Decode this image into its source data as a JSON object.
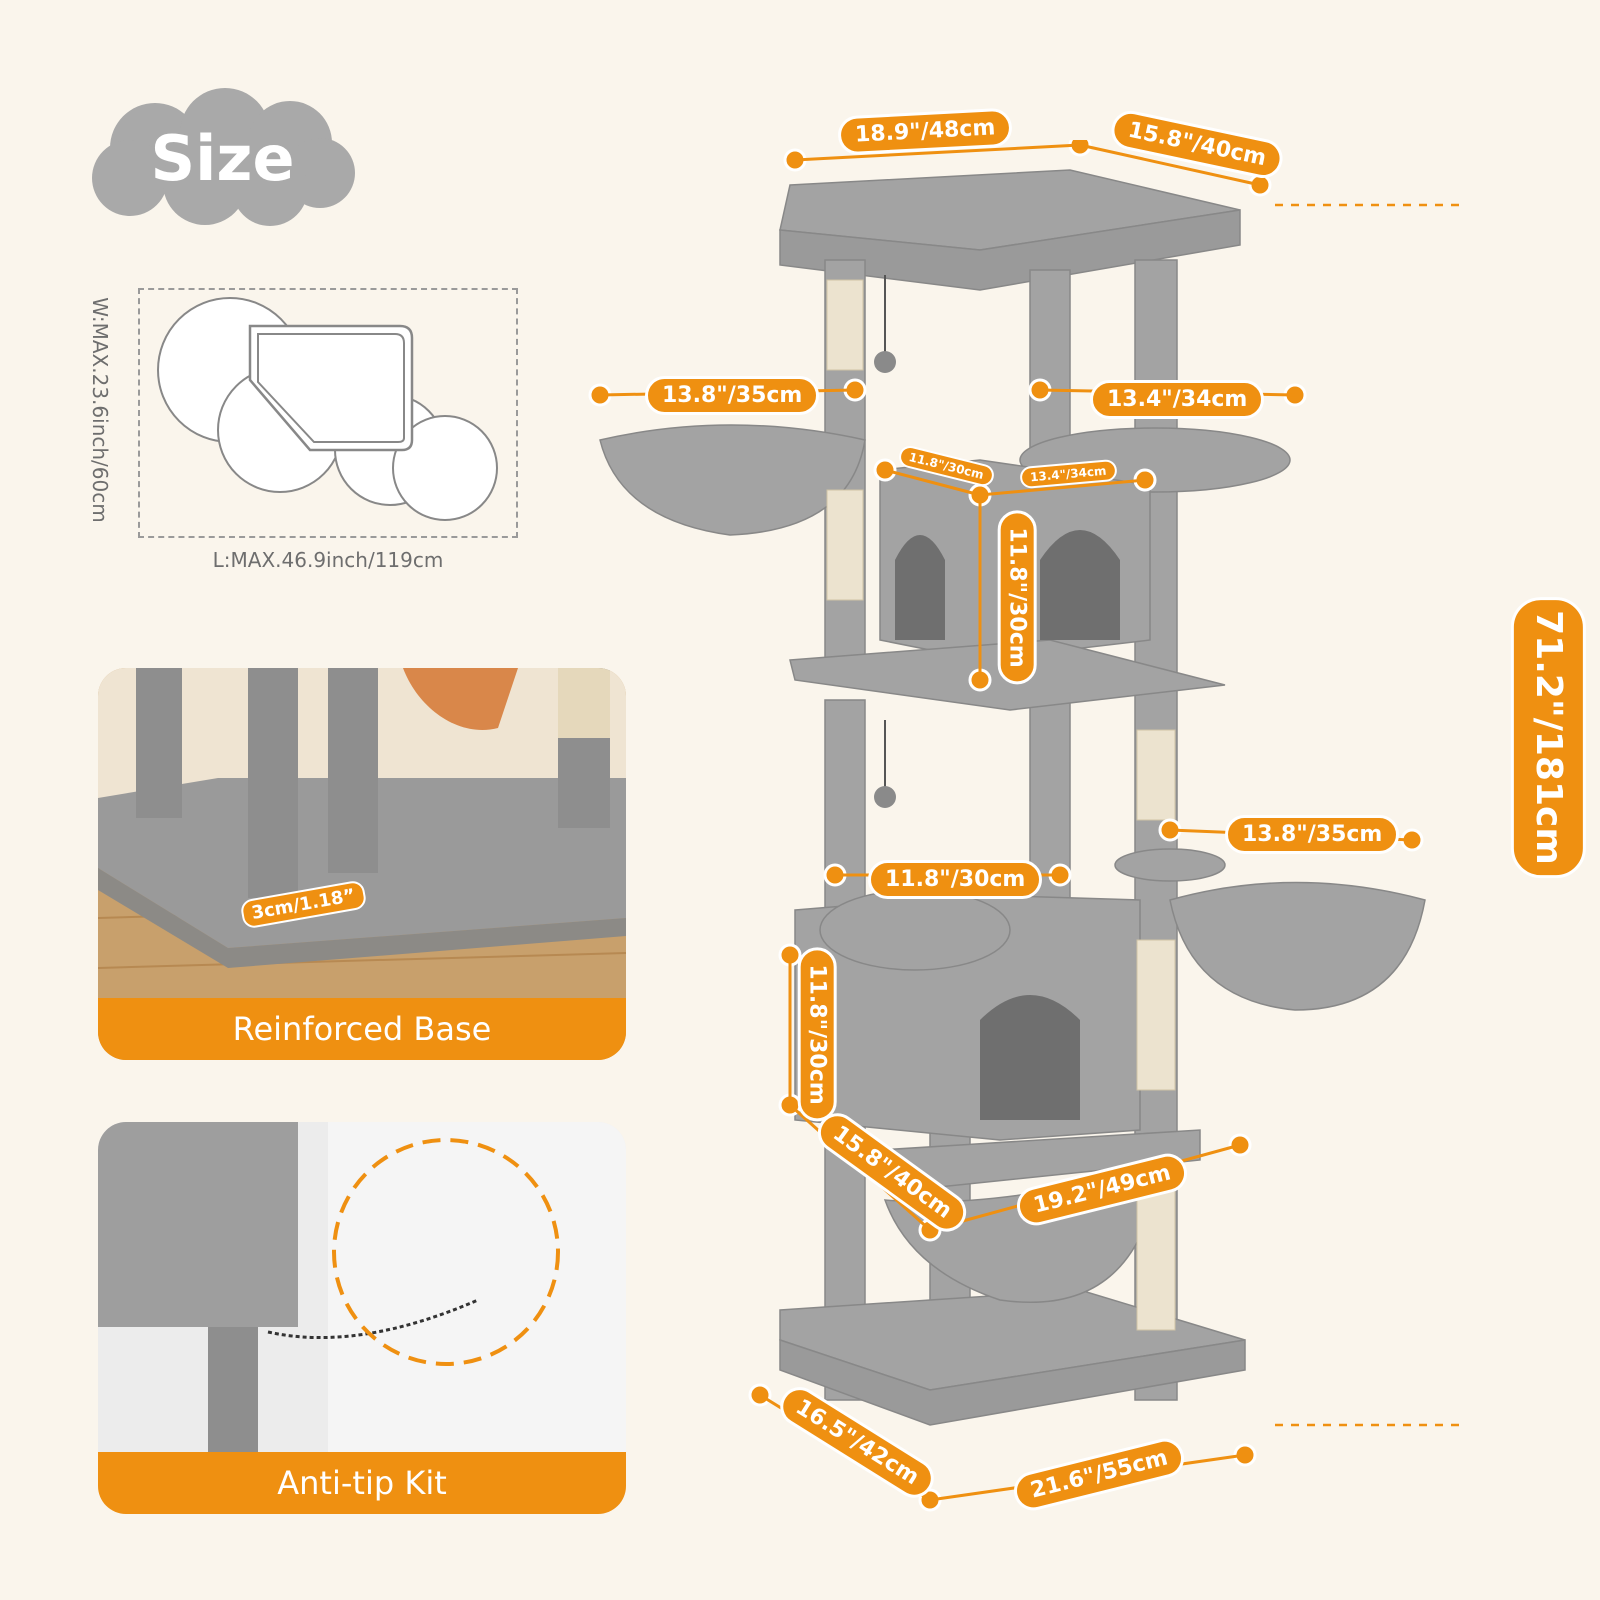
{
  "title": "Size",
  "footprint": {
    "width_label": "W:MAX.23.6inch/60cm",
    "length_label": "L:MAX.46.9inch/119cm"
  },
  "features": [
    {
      "label": "Reinforced Base",
      "detail": "3cm/1.18”"
    },
    {
      "label": "Anti-tip Kit"
    }
  ],
  "dimensions": {
    "top_width": "18.9\"/48cm",
    "top_depth": "15.8\"/40cm",
    "left_basket": "13.8\"/35cm",
    "right_platform": "13.4\"/34cm",
    "condo_depth": "11.8\"/30cm",
    "condo_width": "13.4\"/34cm",
    "condo_height": "11.8\"/30cm",
    "right_basket": "13.8\"/35cm",
    "lower_platform": "11.8\"/30cm",
    "lower_condo_height": "11.8\"/30cm",
    "lower_depth": "15.8\"/40cm",
    "lower_width": "19.2\"/49cm",
    "base_depth": "16.5\"/42cm",
    "base_width": "21.6\"/55cm",
    "total_height": "71.2\"/181cm"
  },
  "colors": {
    "accent": "#ef9011",
    "background": "#faf5ec",
    "plush": "#a3a3a3",
    "sisal": "#ece3cf"
  }
}
